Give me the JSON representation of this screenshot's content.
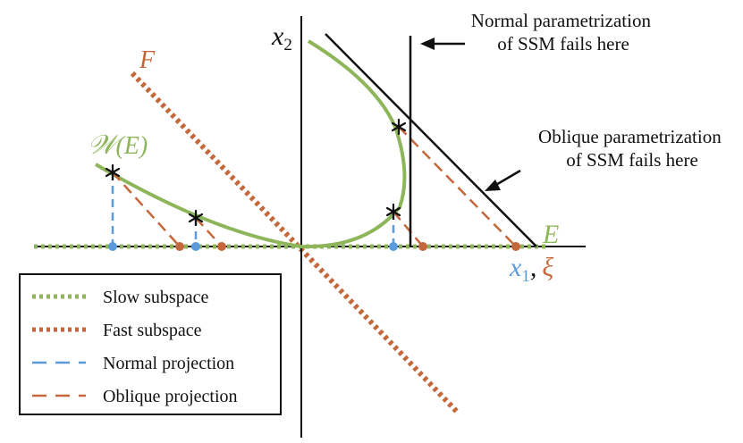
{
  "colors": {
    "slow": "#8db55a",
    "fast": "#c4683b",
    "normal": "#5b9bdc",
    "oblique": "#c4683b",
    "manifold": "#8db55a",
    "ink": "#111111"
  },
  "labels": {
    "x2": "x",
    "x2_sub": "2",
    "F": "F",
    "W": "𝒲",
    "W_rest": "(E)",
    "E": "E",
    "x1": "x",
    "x1_sub": "1",
    "comma": ",",
    "xi": "ξ",
    "normal_fail_line1": "Normal parametrization",
    "normal_fail_line2": "of SSM fails here",
    "oblique_fail_line1": "Oblique parametrization",
    "oblique_fail_line2": "of SSM fails here"
  },
  "legend": {
    "items": [
      {
        "key": "slow",
        "label": "Slow subspace",
        "style": "dotted"
      },
      {
        "key": "fast",
        "label": "Fast subspace",
        "style": "dotted"
      },
      {
        "key": "normal",
        "label": "Normal projection",
        "style": "dashed"
      },
      {
        "key": "oblique",
        "label": "Oblique projection",
        "style": "dashed"
      }
    ]
  }
}
